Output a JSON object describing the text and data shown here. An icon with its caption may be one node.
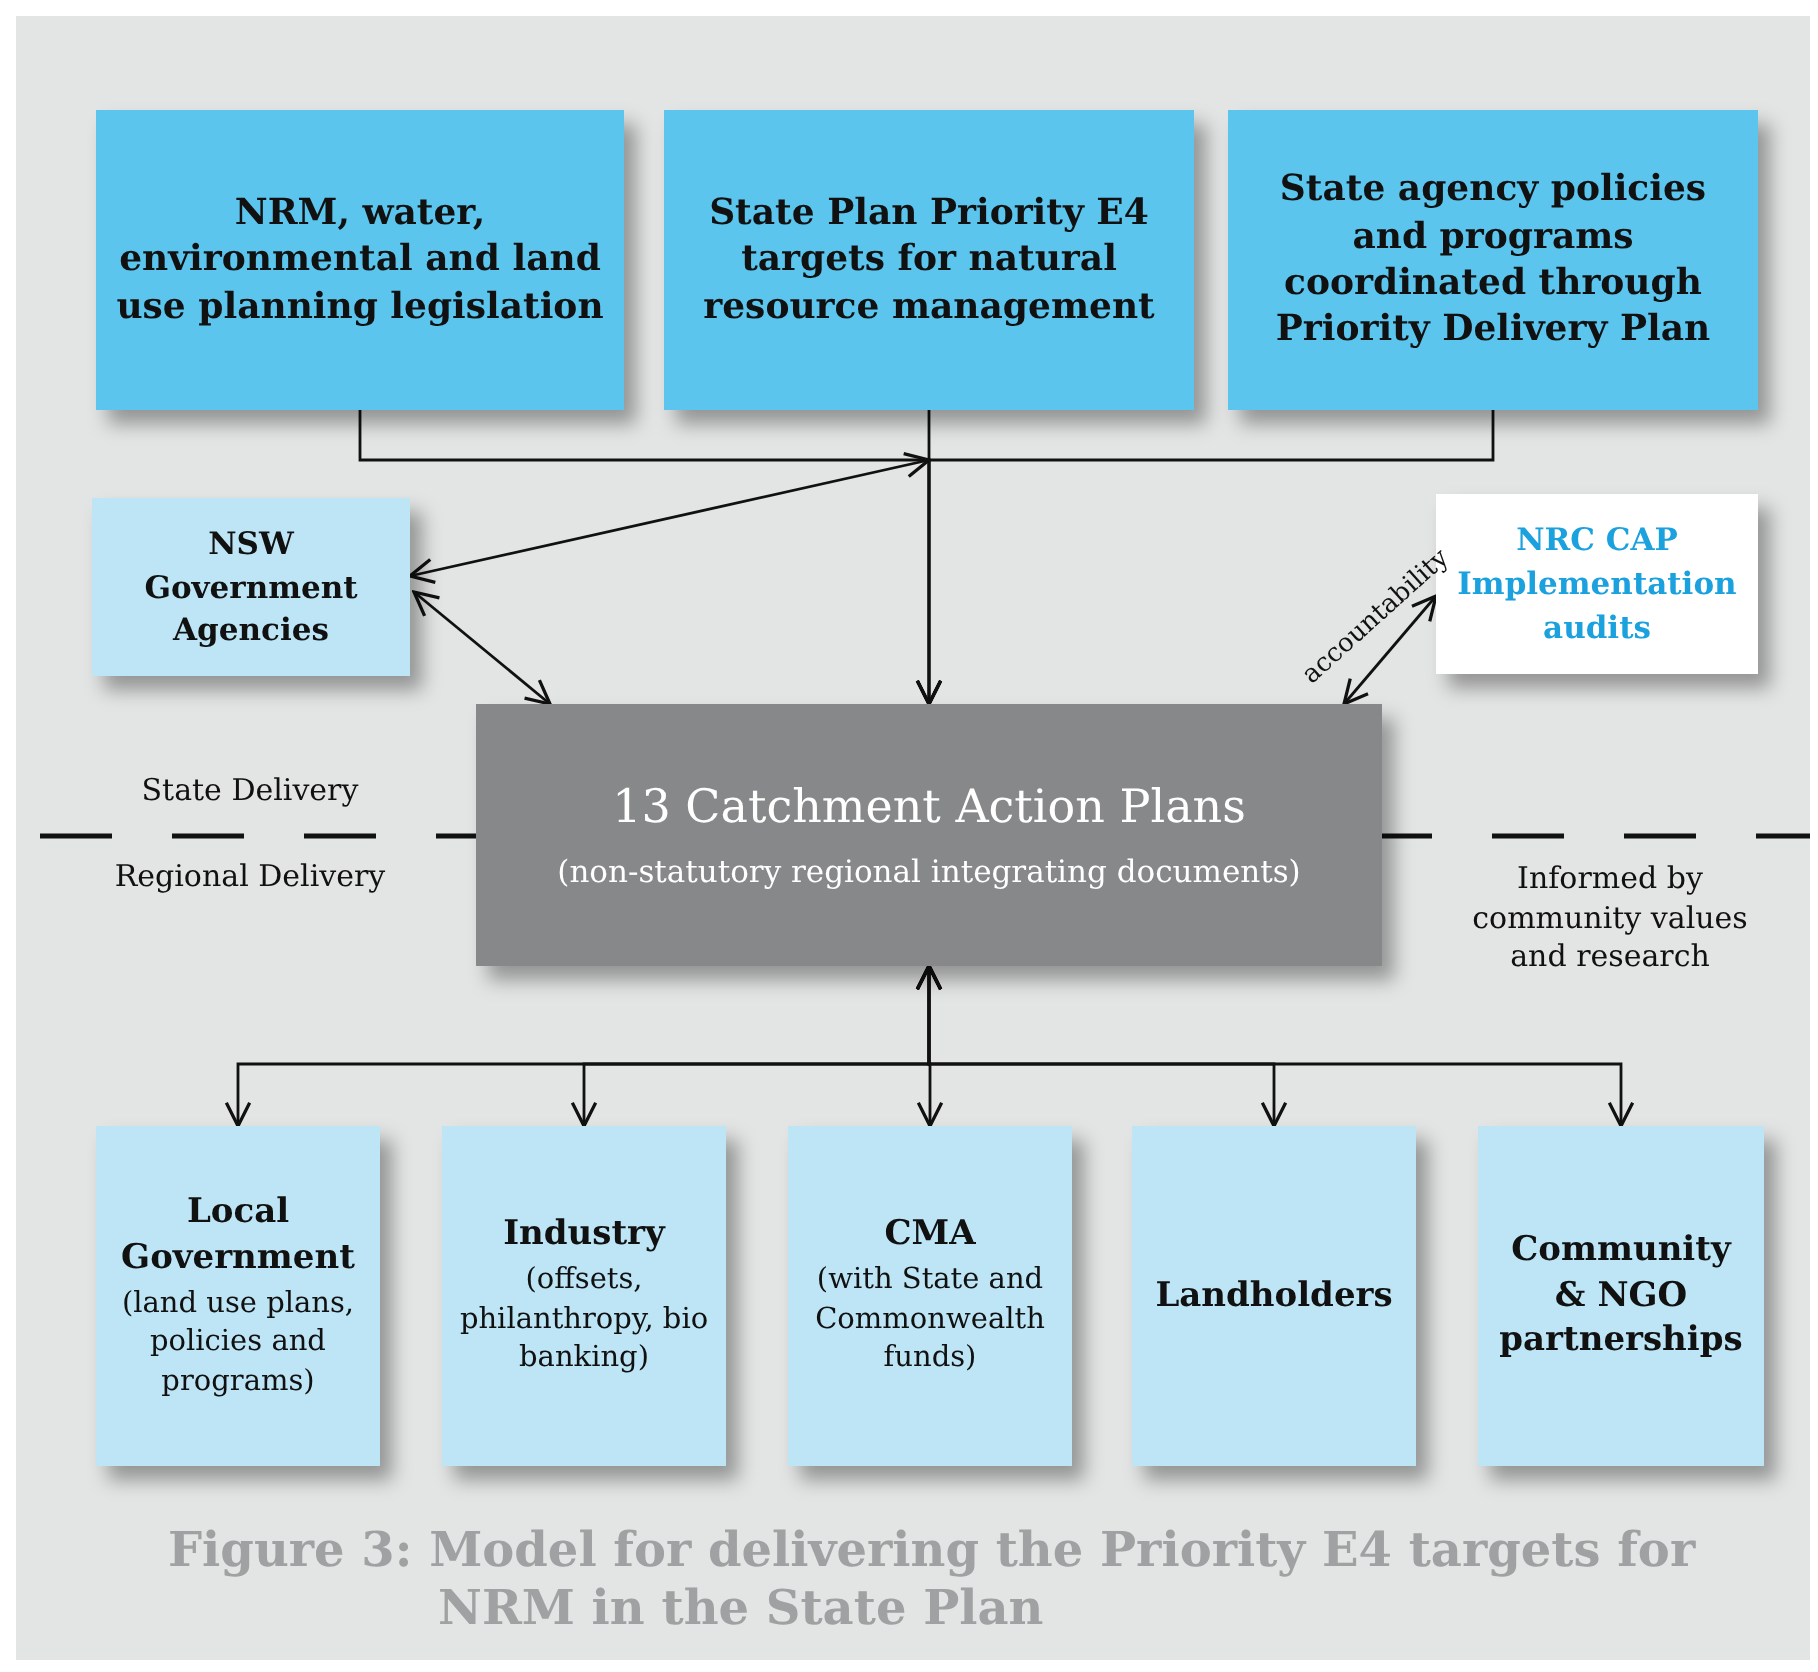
{
  "diagram": {
    "caption": "Figure 3: Model for delivering the Priority E4 targets for NRM in the State Plan",
    "nodes": [
      {
        "text": [
          "NRM, water, environmental and land use planning legislation"
        ]
      },
      {
        "text": [
          "State Plan Priority E4 targets for natural resource management"
        ]
      },
      {
        "text": [
          "State agency policies and programs coordinated through Priority Delivery Plan"
        ]
      },
      {
        "text": [
          "NSW Government Agencies"
        ]
      },
      {
        "text": [
          "NRC CAP Implementation audits"
        ]
      },
      {
        "text": [
          "13 Catchment Action Plans",
          "(non-statutory regional integrating documents)"
        ]
      },
      {
        "text": [
          "Local Government",
          "(land use plans, policies and programs)"
        ]
      },
      {
        "text": [
          "Industry",
          "(offsets, philanthropy, bio banking)"
        ]
      },
      {
        "text": [
          "CMA",
          "(with State and Commonwealth funds)"
        ]
      },
      {
        "text": [
          "Landholders"
        ]
      },
      {
        "text": [
          "Community & NGO partnerships"
        ]
      }
    ],
    "edges": [
      {
        "from": 0,
        "to": 5,
        "arrow": "to"
      },
      {
        "from": 1,
        "to": 5,
        "arrow": "to"
      },
      {
        "from": 2,
        "to": 5,
        "arrow": "to"
      },
      {
        "from": 3,
        "to": 1,
        "arrow": "both"
      },
      {
        "from": 3,
        "to": 5,
        "arrow": "both"
      },
      {
        "from": 5,
        "to": 4,
        "arrow": "both",
        "label": "accountability"
      },
      {
        "from": 5,
        "to": 6,
        "arrow": "both"
      },
      {
        "from": 5,
        "to": 7,
        "arrow": "both"
      },
      {
        "from": 5,
        "to": 8,
        "arrow": "both"
      },
      {
        "from": 5,
        "to": 9,
        "arrow": "both"
      },
      {
        "from": 5,
        "to": 10,
        "arrow": "both"
      }
    ],
    "labels": [
      "State Delivery",
      "Regional Delivery",
      "Informed by community values and research"
    ]
  }
}
